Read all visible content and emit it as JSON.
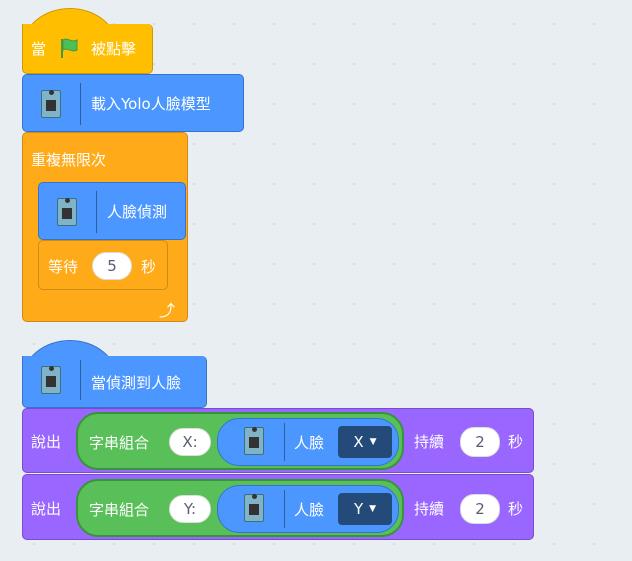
{
  "script1": {
    "when": "當",
    "flag_icon": "green-flag-icon",
    "clicked": "被點擊",
    "load_model": "載入Yolo人臉模型",
    "forever": "重複無限次",
    "detect": "人臉偵測",
    "wait": "等待",
    "wait_value": "5",
    "seconds": "秒"
  },
  "script2": {
    "hat": "當偵測到人臉",
    "say_blocks": [
      {
        "say": "說出",
        "join": "字串組合",
        "text": "X:",
        "face": "人臉",
        "axis": "X",
        "for": "持續",
        "duration": "2",
        "seconds": "秒"
      },
      {
        "say": "說出",
        "join": "字串組合",
        "text": "Y:",
        "face": "人臉",
        "axis": "Y",
        "for": "持續",
        "duration": "2",
        "seconds": "秒"
      }
    ]
  },
  "colors": {
    "events": "#ffbf00",
    "extension": "#4c97ff",
    "control": "#ffab19",
    "looks": "#9966ff",
    "operators": "#59c059"
  }
}
